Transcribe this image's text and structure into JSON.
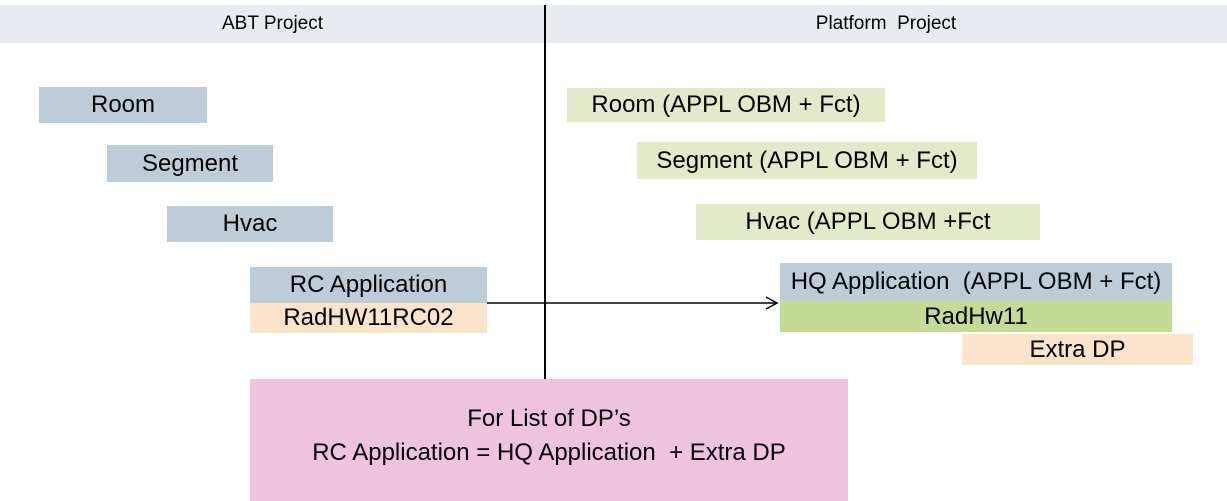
{
  "header": {
    "left_title": "ABT Project",
    "right_title": "Platform  Project"
  },
  "abt": {
    "boxes": [
      {
        "label": "Room"
      },
      {
        "label": "Segment"
      },
      {
        "label": "Hvac"
      },
      {
        "label": "RC Application"
      },
      {
        "label": "RadHW11RC02"
      }
    ]
  },
  "platform": {
    "boxes": [
      {
        "label": "Room (APPL OBM + Fct)"
      },
      {
        "label": "Segment (APPL OBM + Fct)"
      },
      {
        "label": "Hvac (APPL OBM +Fct"
      },
      {
        "label": "HQ Application  (APPL OBM + Fct)"
      },
      {
        "label": "RadHw11"
      },
      {
        "label": "Extra DP"
      }
    ]
  },
  "note": {
    "line1": "For List of DP’s",
    "line2": "RC Application = HQ Application  + Extra DP"
  },
  "colors": {
    "header_band": "#e8ecf1",
    "blue_gray_box": "#bdccd7",
    "light_green_box": "#e2eac9",
    "green_box": "#c5da95",
    "peach_box": "#fce4ca",
    "pink_note_box": "#efc2de",
    "line_and_text": "#000000"
  }
}
